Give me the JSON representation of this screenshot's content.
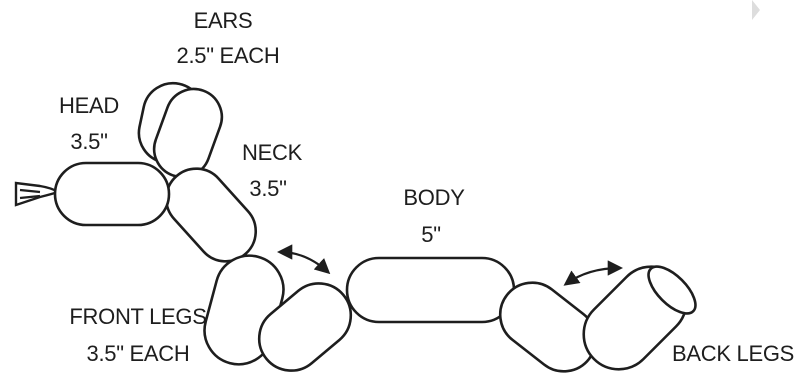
{
  "labels": {
    "ears": {
      "name": "EARS",
      "size": "2.5\" EACH"
    },
    "head": {
      "name": "HEAD",
      "size": "3.5\""
    },
    "neck": {
      "name": "NECK",
      "size": "3.5\""
    },
    "body": {
      "name": "BODY",
      "size": "5\""
    },
    "front_legs": {
      "name": "FRONT LEGS",
      "size": "3.5\" EACH"
    },
    "back_legs": {
      "name": "BACK LEGS"
    }
  }
}
